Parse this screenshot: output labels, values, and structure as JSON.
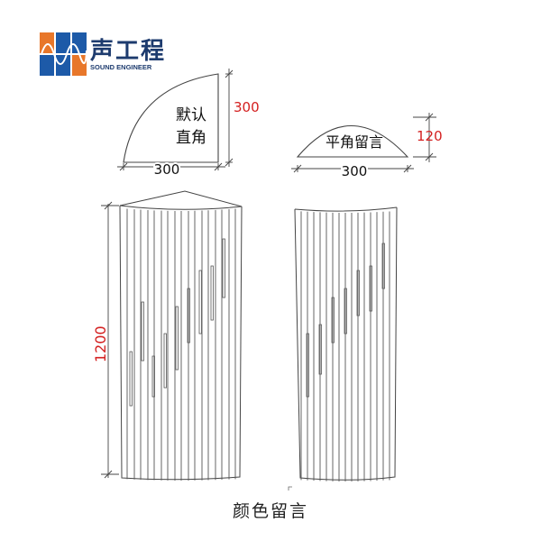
{
  "brand": {
    "name_cn": "声工程",
    "name_en": "SOUND ENGINEER",
    "colors": {
      "orange": "#e8772a",
      "blue": "#1d5aa8",
      "text": "#1d3b6e"
    }
  },
  "plan_views": [
    {
      "label_line1": "默认",
      "label_line2": "直角",
      "width": "300",
      "depth": "300"
    },
    {
      "label": "平角留言",
      "width": "300",
      "depth": "120"
    }
  ],
  "elevation": {
    "height": "1200"
  },
  "caption": "颜色留言",
  "colors": {
    "dimension_text": "#d42020",
    "line": "#444444"
  }
}
